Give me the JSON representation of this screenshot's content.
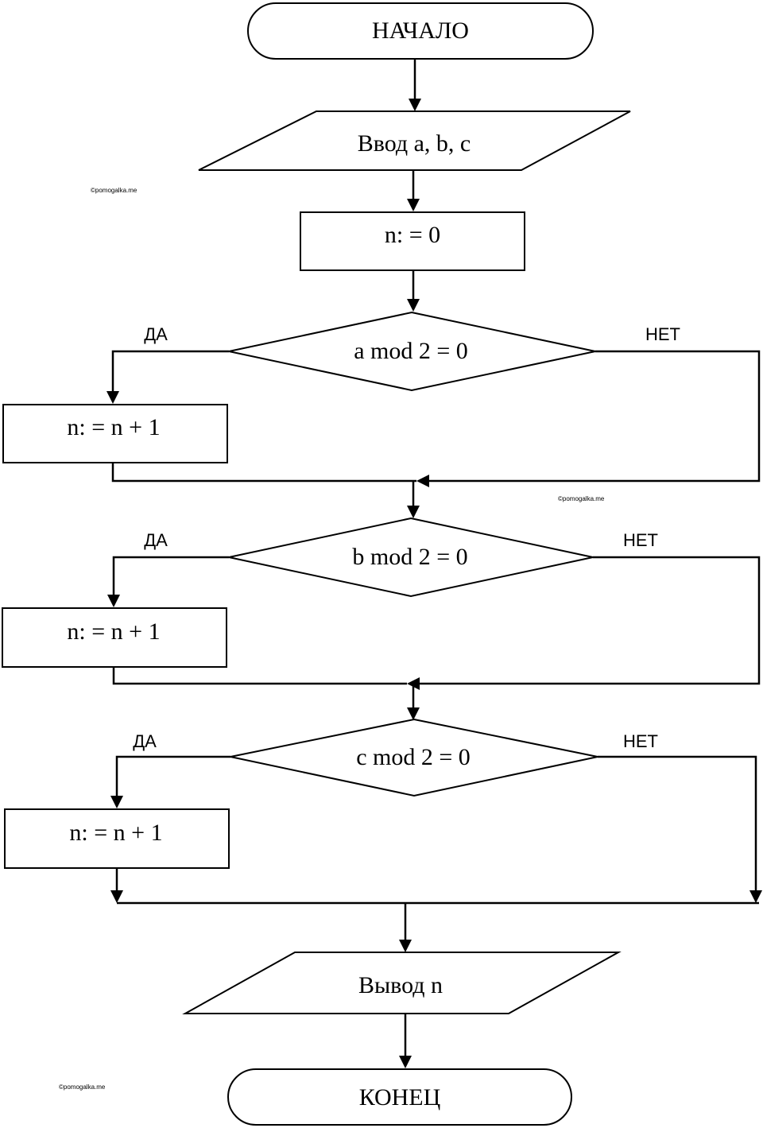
{
  "flowchart": {
    "start": "НАЧАЛО",
    "input": "Ввод a, b, c",
    "init": "n: = 0",
    "conditions": [
      {
        "text": "a mod 2 = 0",
        "yes": "ДА",
        "no": "НЕТ",
        "action": "n: = n + 1"
      },
      {
        "text": "b mod 2 = 0",
        "yes": "ДА",
        "no": "НЕТ",
        "action": "n: = n + 1"
      },
      {
        "text": "c mod 2 = 0",
        "yes": "ДА",
        "no": "НЕТ",
        "action": "n: = n + 1"
      }
    ],
    "output": "Вывод n",
    "end": "КОНЕЦ"
  },
  "watermarks": [
    "©pomogalka.me",
    "©pomogalka.me",
    "©pomogalka.me"
  ],
  "colors": {
    "stroke": "#000000",
    "fill": "#ffffff"
  }
}
